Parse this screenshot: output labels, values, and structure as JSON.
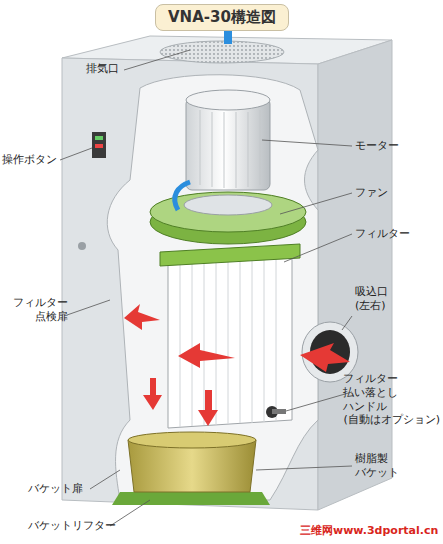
{
  "diagram": {
    "title": "VNA-30構造図",
    "labels": [
      "排気口",
      "モーター",
      "操作ボタン",
      "ファン",
      "フィルター",
      "フィルター 点検扉",
      "吸込口 (左右)",
      "フィルター 払い落とし ハンドル (自動はオプション)",
      "樹脂製 バケット",
      "バケット扉",
      "バケットリフター",
      "三维网www.3dportal.cn"
    ]
  }
}
